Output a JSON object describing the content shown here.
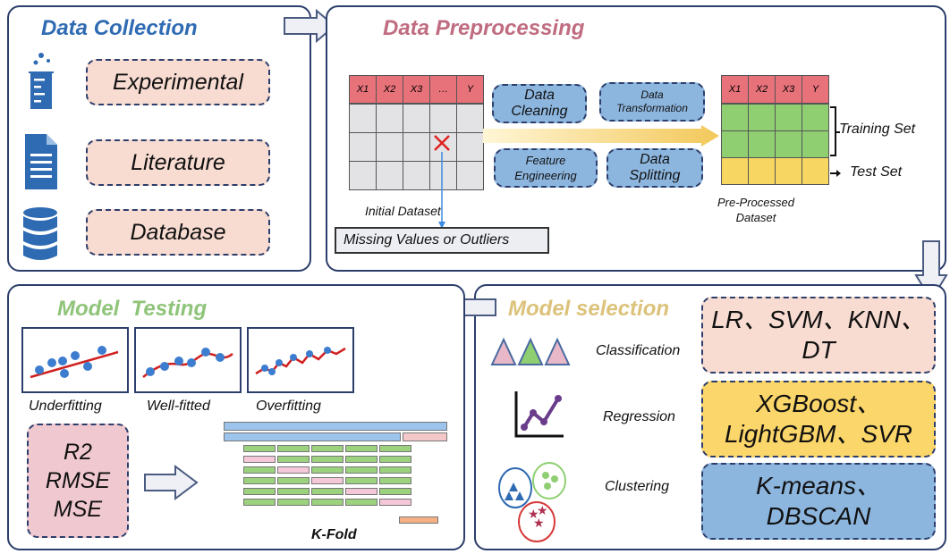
{
  "collection": {
    "title": "Data Collection",
    "sources": [
      "Experimental",
      "Literature",
      "Database"
    ],
    "icons": [
      "beaker-icon",
      "document-icon",
      "database-icon"
    ]
  },
  "preprocessing": {
    "title": "Data Preprocessing",
    "columns": [
      "X1",
      "X2",
      "X3",
      "…",
      "Y"
    ],
    "pre_columns": [
      "X1",
      "X2",
      "X3",
      "Y"
    ],
    "initial_label": "Initial Dataset",
    "missing_label": "Missing Values or Outliers",
    "steps": {
      "cleaning": "Data\nCleaning",
      "transformation": "Data\nTransformation",
      "feature": "Feature\nEngineering",
      "splitting": "Data\nSplitting"
    },
    "preprocessed_label": "Pre-Processed\nDataset",
    "training_label": "Training Set",
    "test_label": "Test Set"
  },
  "selection": {
    "title": "Model selection",
    "rows": [
      {
        "label": "Classification",
        "models": "LR、SVM、KNN、\nDT",
        "color": "#f8dcd2",
        "icon": "triangles-icon"
      },
      {
        "label": "Regression",
        "models": "XGBoost、\nLightGBM、SVR",
        "color": "#fbd66a",
        "icon": "line-plot-icon"
      },
      {
        "label": "Clustering",
        "models": "K-means、\nDBSCAN",
        "color": "#8db6df",
        "icon": "clusters-icon"
      }
    ]
  },
  "testing": {
    "title": "Model  Testing",
    "fits": [
      "Underfitting",
      "Well-fitted",
      "Overfitting"
    ],
    "metrics": "R2\nRMSE\nMSE",
    "kfold_label": "K-Fold"
  },
  "colors": {
    "collection_title": "#2f6bb3",
    "preprocessing_title": "#c06c80",
    "testing_title": "#8fc47a",
    "selection_title": "#dcc27a",
    "header_red": "#e8727a",
    "cell_gray": "#e3e3e6",
    "cell_green": "#8fcf72",
    "cell_yellow": "#f7d661",
    "step_blue": "#8db6df"
  }
}
